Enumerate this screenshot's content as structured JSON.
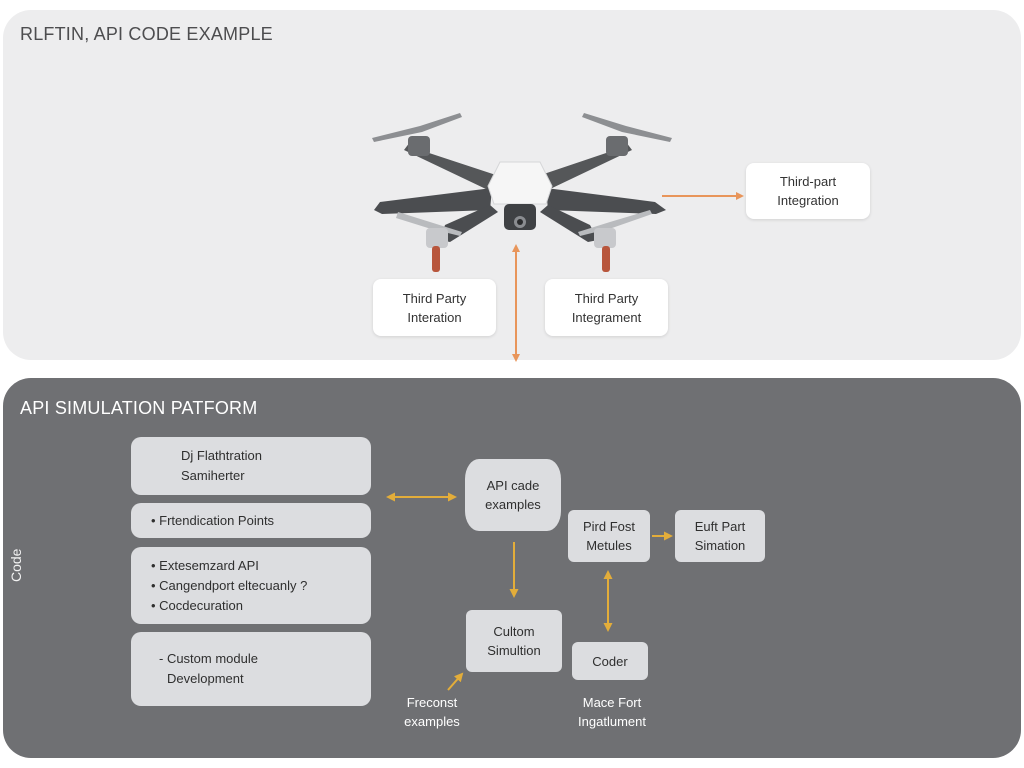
{
  "top_panel": {
    "title": "RLFTIN, API CODE EXAMPLE",
    "boxes": [
      {
        "line1": "Third-part",
        "line2": "Integration"
      },
      {
        "line1": "Third Party",
        "line2": "Interation"
      },
      {
        "line1": "Third Party",
        "line2": "Integrament"
      }
    ]
  },
  "bottom_panel": {
    "title": "API SIMULATION PATFORM",
    "side_label": "Code",
    "list_boxes": [
      {
        "lines": [
          "Dj Flathtration",
          "Samiherter"
        ]
      },
      {
        "lines": [
          "• Frtendication Points"
        ]
      },
      {
        "lines": [
          "• Extesemzard API",
          "• Cangendport eltecuanly ?",
          "• Cocdecuration"
        ]
      },
      {
        "lines": [
          "- Custom module",
          "Development"
        ]
      }
    ],
    "api_code": {
      "line1": "API cade",
      "line2": "examples"
    },
    "custom_sim": {
      "line1": "Cultom",
      "line2": "Simultion"
    },
    "pird_fost": {
      "line1": "Pird Fost",
      "line2": "Metules"
    },
    "euft_part": {
      "line1": "Euft Part",
      "line2": "Simation"
    },
    "coder": {
      "label": "Coder"
    },
    "freconst": {
      "line1": "Freconst",
      "line2": "examples"
    },
    "mace_fort": {
      "line1": "Mace Fort",
      "line2": "Ingatlument"
    }
  },
  "colors": {
    "arrow_orange": "#e8955a",
    "arrow_gold": "#e3ad3a",
    "panel_dark": "#6f7073",
    "panel_light": "#ededee"
  },
  "icons": [
    "drone-icon"
  ]
}
